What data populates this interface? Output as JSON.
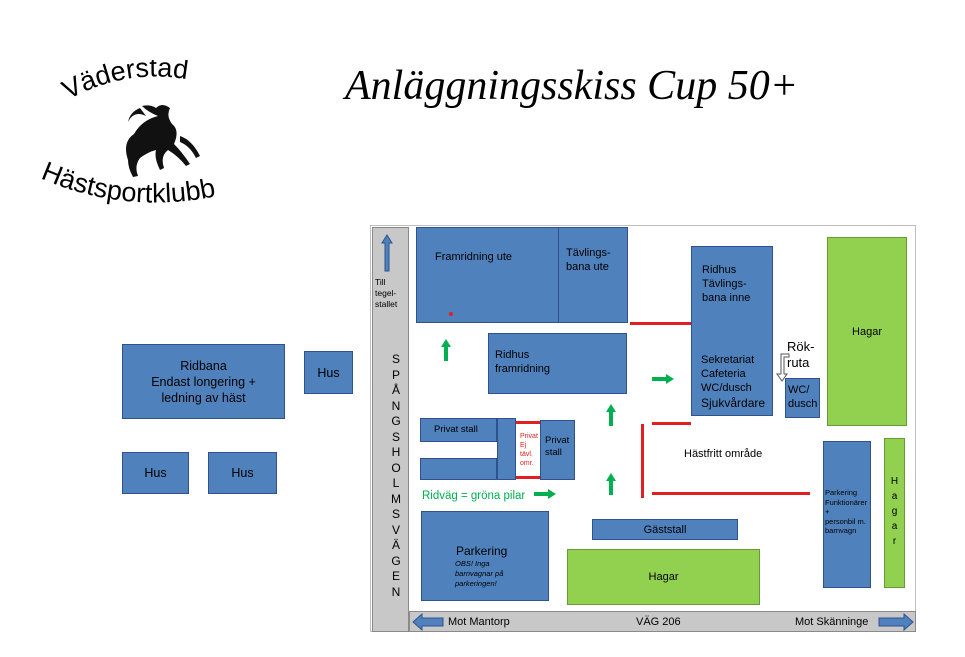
{
  "title": "Anläggningsskiss Cup 50+",
  "logo": {
    "top_text": "Väderstad",
    "bottom_text": "Hästsportklubb"
  },
  "left_areas": {
    "ridbana": "Ridbana\nEndast longering +\nledning av häst",
    "hus1": "Hus",
    "hus2": "Hus",
    "hus3": "Hus"
  },
  "road_vertical": {
    "arrow_label": "Till\ntegel-\nstallet",
    "letters": [
      "S",
      "P",
      "Å",
      "N",
      "G",
      "S",
      "H",
      "O",
      "L",
      "M",
      "S",
      "V",
      "Ä",
      "G",
      "E",
      "N"
    ]
  },
  "road_bottom": {
    "left": "Mot Mantorp",
    "center": "VÄG 206",
    "right": "Mot Skänninge"
  },
  "areas": {
    "framridning_ute": "Framridning ute",
    "tavlingsbana_ute": "Tävlings-\nbana ute",
    "ridhus_framridning": "Ridhus\nframridning",
    "ridhus_tavling": "Ridhus\nTävlings-\nbana inne",
    "sekretariat": "Sekretariat\nCafeteria\nWC/dusch",
    "sjukvardare": "Sjukvårdare",
    "rokruta": "Rök-\nruta",
    "wc_dusch": "WC/\ndusch",
    "hagar_right": "Hagar",
    "privat_stall_1": "Privat stall",
    "privat_stall_2": "Privat\nstall",
    "privat_ej": "Privat\nEj\ntävl.\nomr.",
    "hastfritt": "Hästfritt område",
    "ridvag": "Ridväg = gröna pilar",
    "parkering": "Parkering",
    "parkering_note": "OBS! Inga\nbarnvagnar på\nparkeringen!",
    "gaststall": "Gäststall",
    "hagar_bottom": "Hagar",
    "parkering_funk": "Parkering\nFunktionärer\n+\npersonbil m.\nbarnvagn",
    "hagar_vertical": [
      "H",
      "a",
      "g",
      "a",
      "r"
    ]
  },
  "colors": {
    "building": "#4f81bd",
    "paddock": "#92d050",
    "road": "#c8c8c8",
    "barrier": "#e02020",
    "arrow": "#00b050"
  }
}
